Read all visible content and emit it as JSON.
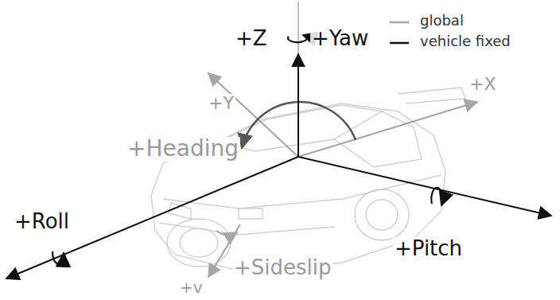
{
  "diagram": {
    "labels": [
      "+Z",
      "+Yaw",
      "+Y",
      "+X",
      "+Heading",
      "+Roll",
      "+Pitch",
      "+Sideslip",
      "+v"
    ],
    "legend": [
      {
        "text": "global"
      },
      {
        "text": "vehicle fixed"
      }
    ]
  }
}
